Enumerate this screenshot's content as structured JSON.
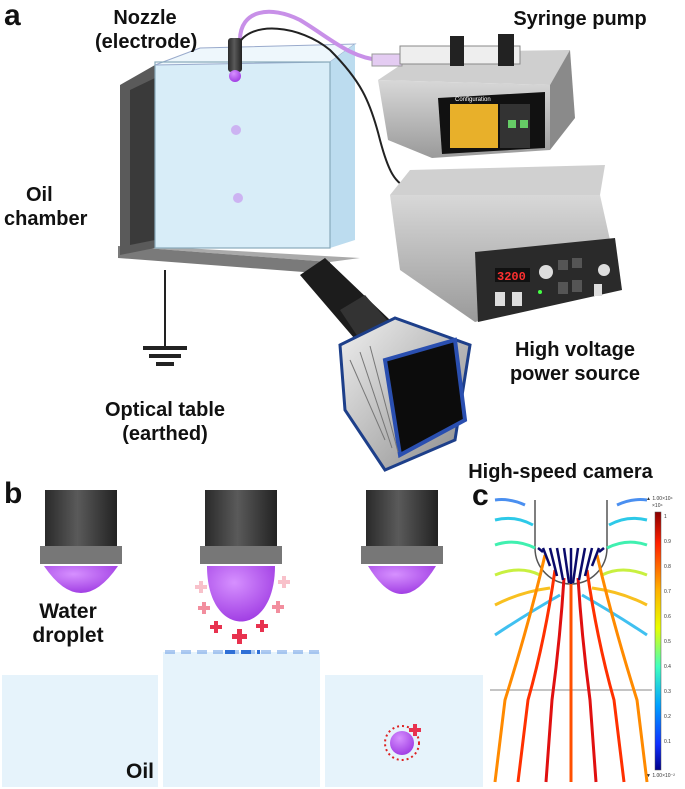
{
  "panels": {
    "a": "a",
    "b": "b",
    "c": "c"
  },
  "labels": {
    "nozzle_l1": "Nozzle",
    "nozzle_l2": "(electrode)",
    "syringe_pump": "Syringe pump",
    "oil_l1": "Oil",
    "oil_l2": "chamber",
    "hv_l1": "High voltage",
    "hv_l2": "power source",
    "table_l1": "Optical table",
    "table_l2": "(earthed)",
    "camera": "High-speed camera",
    "water_l1": "Water",
    "water_l2": "droplet",
    "oil": "Oil"
  },
  "power_display": "3200",
  "pump_screen_title": "Configuration",
  "colorbar": {
    "top": "▲ 1.00×10⁴",
    "top_sub": "×10⁴",
    "ticks": [
      "1",
      "0.9",
      "0.8",
      "0.7",
      "0.6",
      "0.5",
      "0.4",
      "0.3",
      "0.2",
      "0.1"
    ],
    "bottom": "▼ 1.00×10⁻²"
  },
  "colors": {
    "droplet": "#b04ee8",
    "charge": "#e8324f",
    "oil_fill": "#e6f3fb",
    "tank_fill": "#d6ecf8",
    "electrode_line": "#2f6fd6"
  }
}
